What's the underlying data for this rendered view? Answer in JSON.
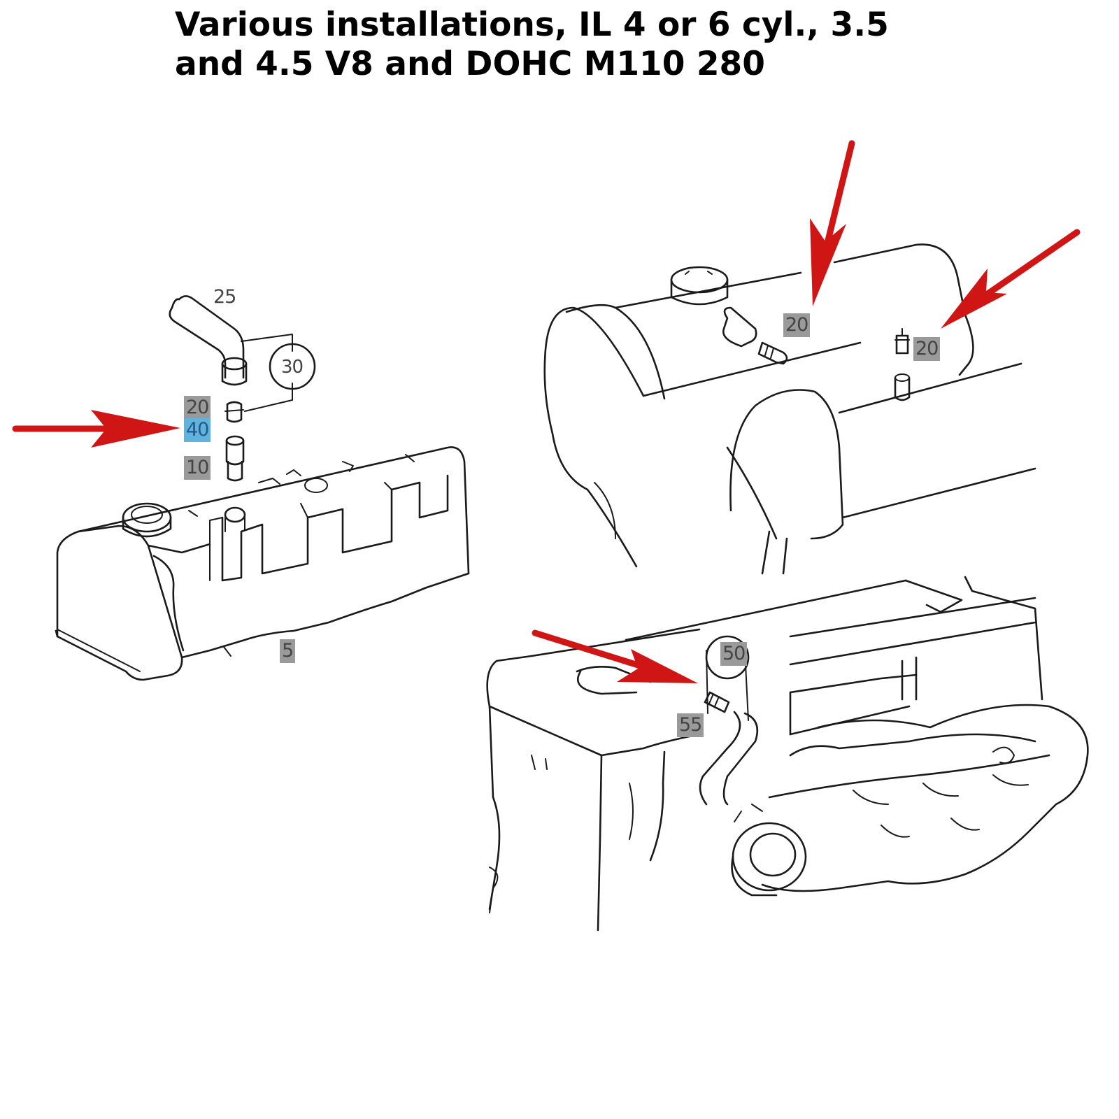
{
  "title": {
    "line1": "Various installations, IL 4 or 6 cyl., 3.5",
    "line2": "and 4.5 V8 and DOHC M110 280"
  },
  "left_diagram": {
    "labels": {
      "hose": "25",
      "circled": "30",
      "upper": "20",
      "highlighted": "40",
      "lower": "10",
      "cover": "5"
    }
  },
  "right_top_diagram": {
    "labels": {
      "left": "20",
      "right": "20"
    }
  },
  "right_bottom_diagram": {
    "labels": {
      "circled": "50",
      "fitting": "55"
    }
  },
  "colors": {
    "arrow": "#d01515",
    "callout_bg": "#9a9a9a",
    "highlight_bg": "#5fb3dd"
  }
}
